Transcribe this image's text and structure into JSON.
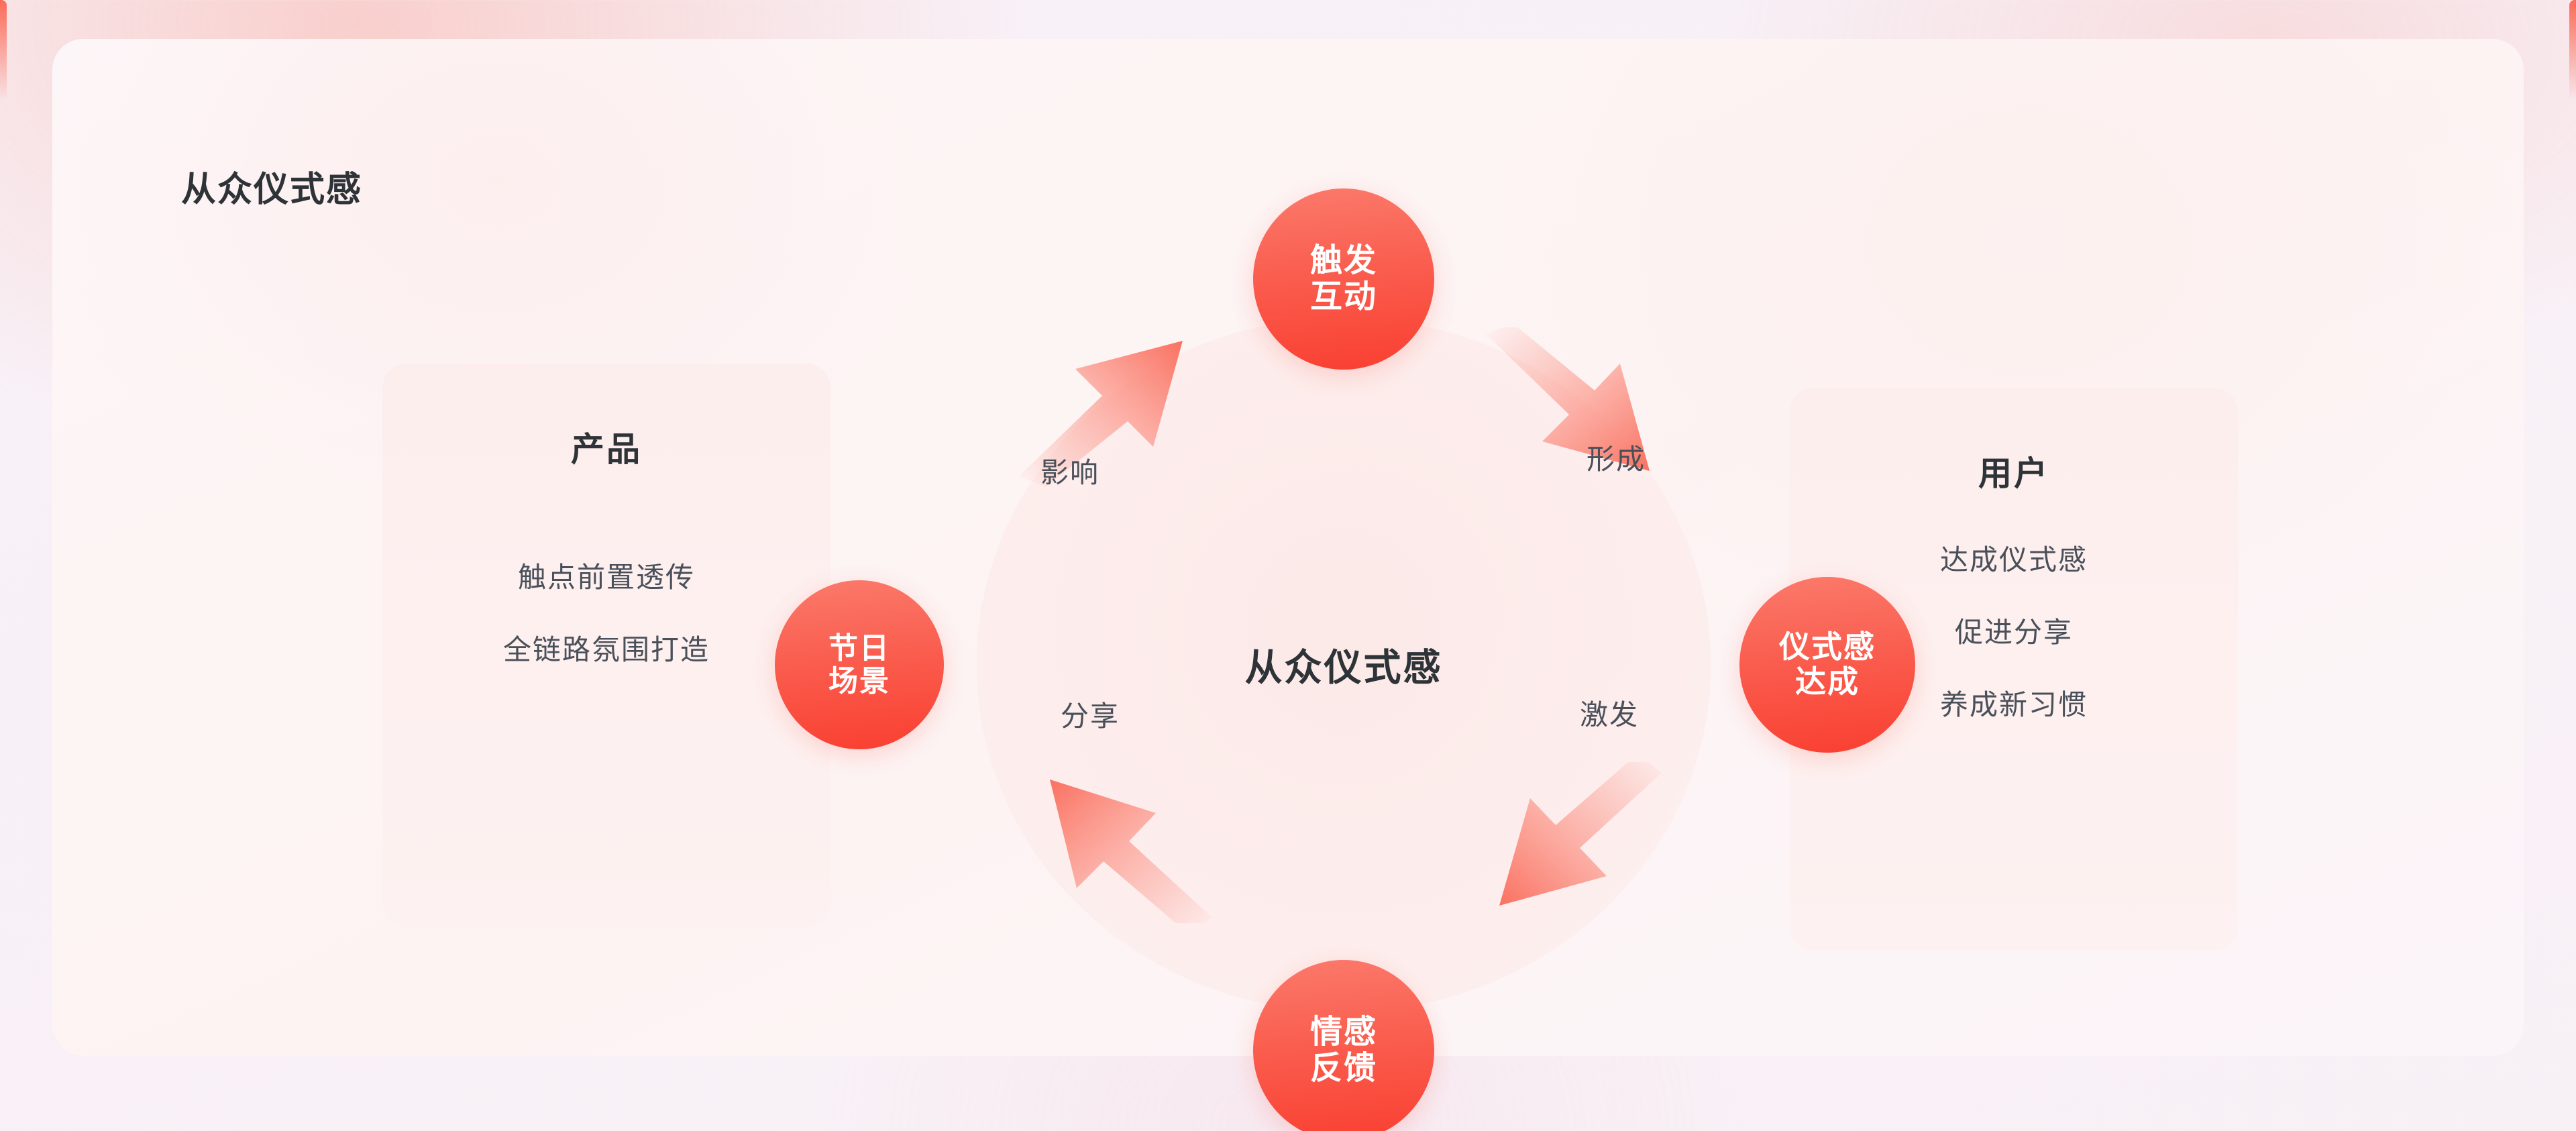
{
  "page": {
    "title": "从众仪式感",
    "accent": "#FA4538",
    "accent_light": "#FB7A6B",
    "text_dark": "#2E3338",
    "text_body": "#4A505A",
    "card_bg": "#FDEEEE",
    "panel_bg": "#FDF4F4"
  },
  "left_card": {
    "title": "产品",
    "lines": [
      "触点前置透传",
      "全链路氛围打造"
    ]
  },
  "right_card": {
    "title": "用户",
    "lines": [
      "达成仪式感",
      "促进分享",
      "养成新习惯"
    ]
  },
  "cycle": {
    "center_label": "从众仪式感",
    "nodes": {
      "top": [
        "触发",
        "互动"
      ],
      "right": [
        "仪式感",
        "达成"
      ],
      "bottom": [
        "情感",
        "反馈"
      ],
      "left": [
        "节日",
        "场景"
      ]
    },
    "edges": {
      "upper_left": "影响",
      "upper_right": "形成",
      "lower_left": "分享",
      "lower_right": "激发"
    }
  }
}
